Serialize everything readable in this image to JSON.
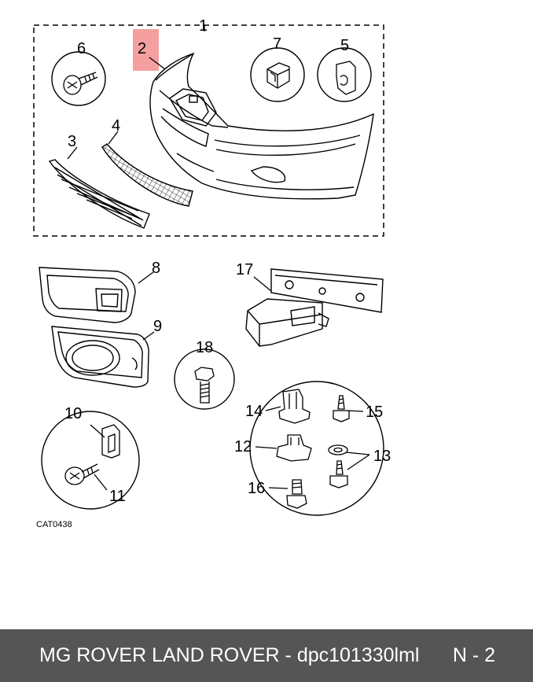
{
  "diagram": {
    "callouts": {
      "c1": "1",
      "c2": "2",
      "c3": "3",
      "c4": "4",
      "c5": "5",
      "c6": "6",
      "c7": "7",
      "c8": "8",
      "c9": "9",
      "c10": "10",
      "c11": "11",
      "c12": "12",
      "c13": "13",
      "c14": "14",
      "c15": "15",
      "c16": "16",
      "c17": "17",
      "c18": "18"
    },
    "catalog_code": "CAT0438",
    "highlight_color": "#f4a0a0"
  },
  "footer": {
    "title": "MG ROVER LAND ROVER - dpc101330lml",
    "page": "N - 2",
    "background": "#555555"
  }
}
